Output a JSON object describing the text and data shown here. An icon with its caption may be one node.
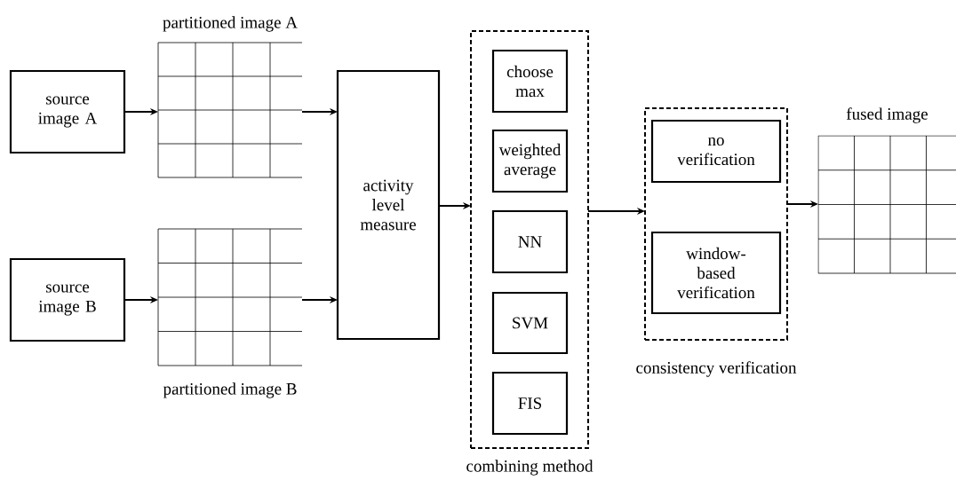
{
  "diagram": {
    "nodes": [
      {
        "text": [
          "source image A"
        ]
      },
      {
        "text": [
          "partitioned image A"
        ]
      },
      {
        "text": [
          "source image B"
        ]
      },
      {
        "text": [
          "partitioned image B"
        ]
      },
      {
        "text": [
          "activity level measure"
        ]
      },
      {
        "text": [
          "combining method"
        ]
      },
      {
        "text": [
          "choose max"
        ],
        "in": 5
      },
      {
        "text": [
          "weighted average"
        ],
        "in": 5
      },
      {
        "text": [
          "NN"
        ],
        "in": 5
      },
      {
        "text": [
          "SVM"
        ],
        "in": 5
      },
      {
        "text": [
          "FIS"
        ],
        "in": 5
      },
      {
        "text": [
          "consistency verification"
        ]
      },
      {
        "text": [
          "no verification"
        ],
        "in": 11
      },
      {
        "text": [
          "window-based verification"
        ],
        "in": 11
      },
      {
        "text": [
          "fused image"
        ]
      }
    ],
    "edges": [
      {
        "from": 0,
        "to": 1,
        "arrow": "to"
      },
      {
        "from": 2,
        "to": 3,
        "arrow": "to"
      },
      {
        "from": 1,
        "to": 4,
        "arrow": "to"
      },
      {
        "from": 3,
        "to": 4,
        "arrow": "to"
      },
      {
        "from": 4,
        "to": 5,
        "arrow": "to"
      },
      {
        "from": 5,
        "to": 11,
        "arrow": "to"
      },
      {
        "from": 11,
        "to": 14,
        "arrow": "to"
      }
    ]
  }
}
